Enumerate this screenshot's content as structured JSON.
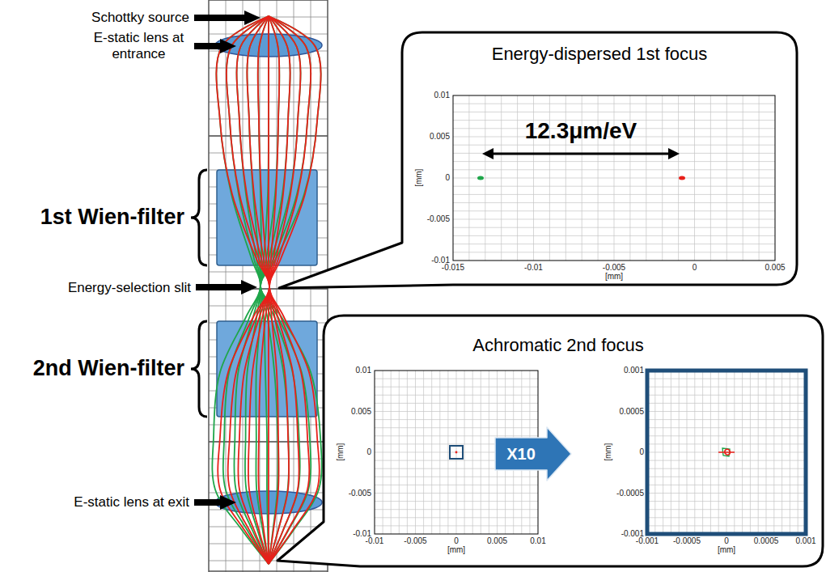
{
  "diagram": {
    "nodes": [
      {
        "text": [
          "Energy-dispersed 1st focus"
        ]
      },
      {
        "text": [
          "Achromatic 2nd focus"
        ]
      },
      {
        "text": [
          "X10"
        ],
        "in": 1
      }
    ],
    "labels": [
      "Schottky source",
      "E-static lens at entrance",
      "1st Wien-filter",
      "Energy-selection slit",
      "2nd Wien-filter",
      "E-static lens at exit",
      "12.3μm/eV",
      "0.01",
      "0.005",
      "0",
      "-0.005",
      "-0.01",
      "[mm]",
      "-0.015",
      "-0.01",
      "-0.005",
      "0",
      "0.005",
      "[mm]",
      "0.01",
      "0.005",
      "0",
      "-0.005",
      "-0.01",
      "[mm]",
      "-0.01",
      "-0.005",
      "0",
      "0.005",
      "0.01",
      "[mm]",
      "0.001",
      "0.0005",
      "0",
      "-0.0005",
      "-0.001",
      "[mm]",
      "-0.001",
      "-0.0005",
      "0",
      "0.0005",
      "0.001",
      "[mm]"
    ]
  }
}
